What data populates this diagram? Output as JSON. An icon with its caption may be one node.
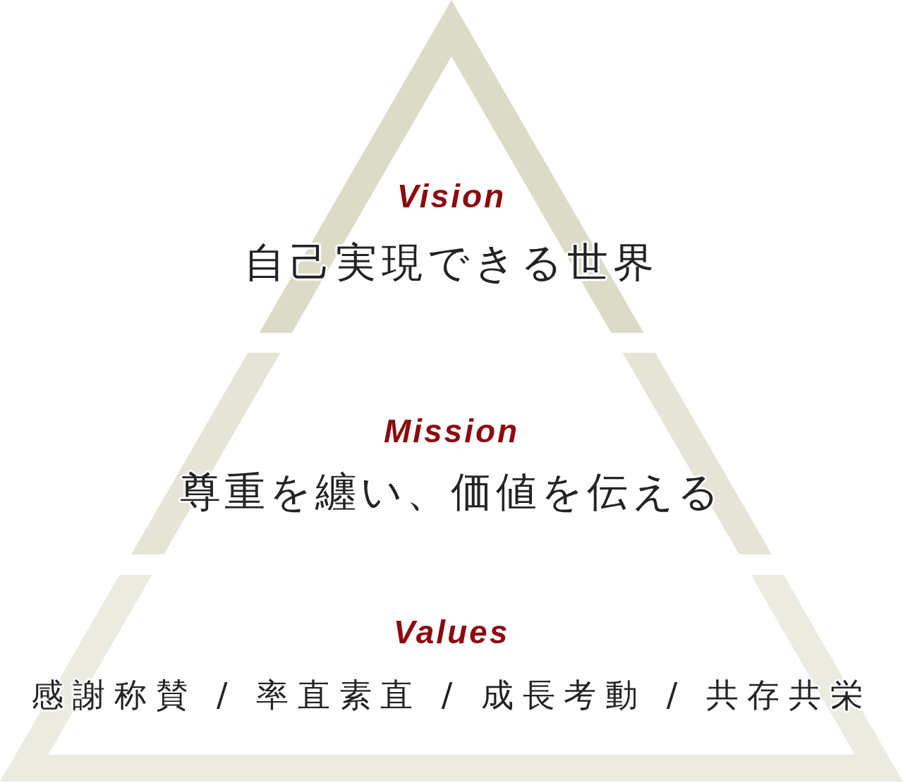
{
  "diagram": {
    "nodes": [
      {
        "text": [
          "Vision",
          "自己実現できる世界"
        ]
      },
      {
        "text": [
          "Mission",
          "尊重を纏い、価値を伝える"
        ]
      },
      {
        "text": [
          "Values",
          "感謝称賛 / 率直素直 / 成長考動 / 共存共栄"
        ]
      }
    ]
  }
}
